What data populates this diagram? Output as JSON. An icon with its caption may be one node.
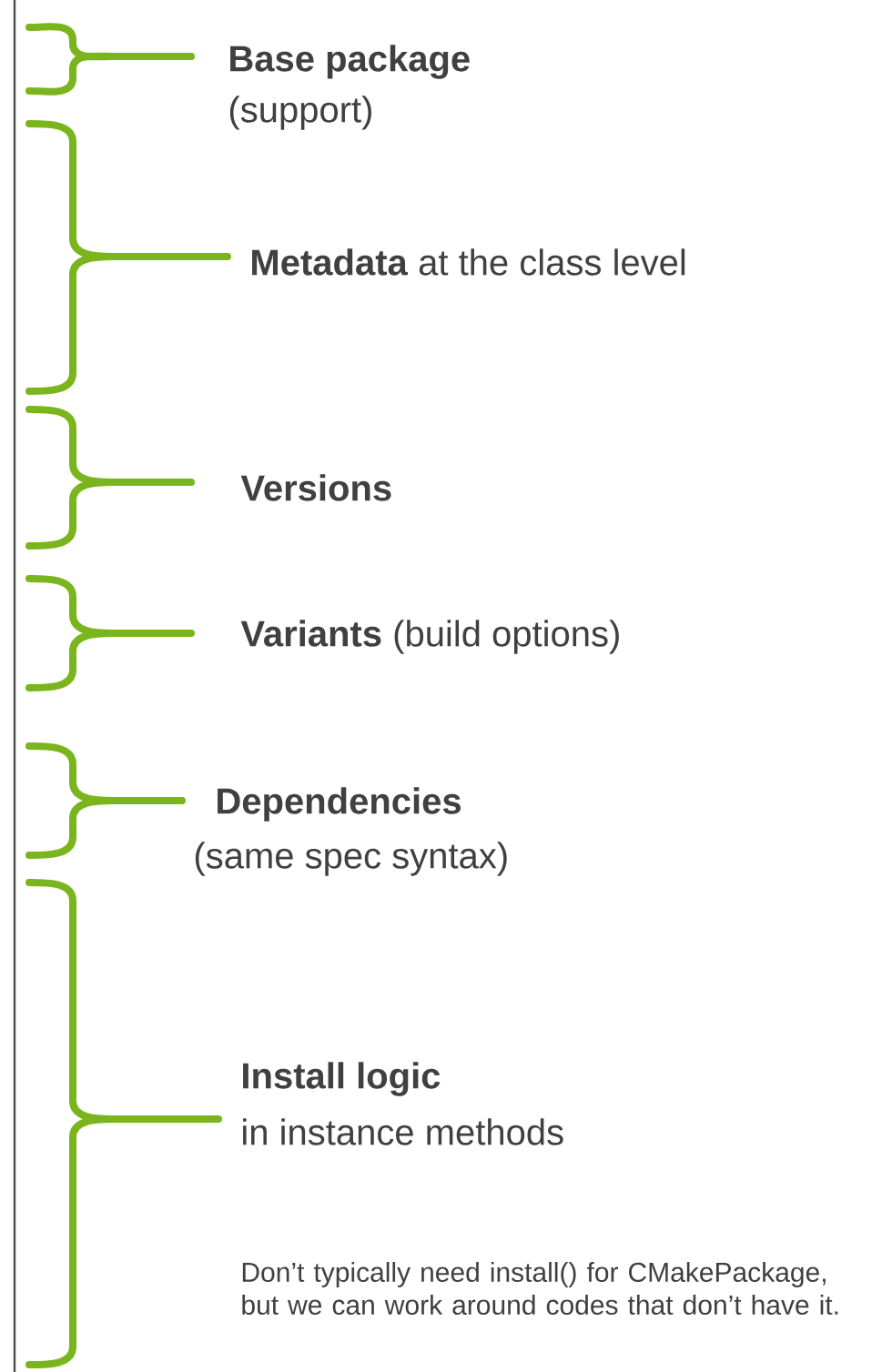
{
  "diagram": {
    "labels": [
      "Base package",
      "(support)",
      "**Metadata** at the class level",
      "Versions",
      "**Variants** (build options)",
      "Dependencies",
      "(same spec syntax)",
      "Install logic",
      "in instance methods",
      "Don’t typically need install() for CMakePackage, but we can work around codes that don’t have it."
    ]
  }
}
